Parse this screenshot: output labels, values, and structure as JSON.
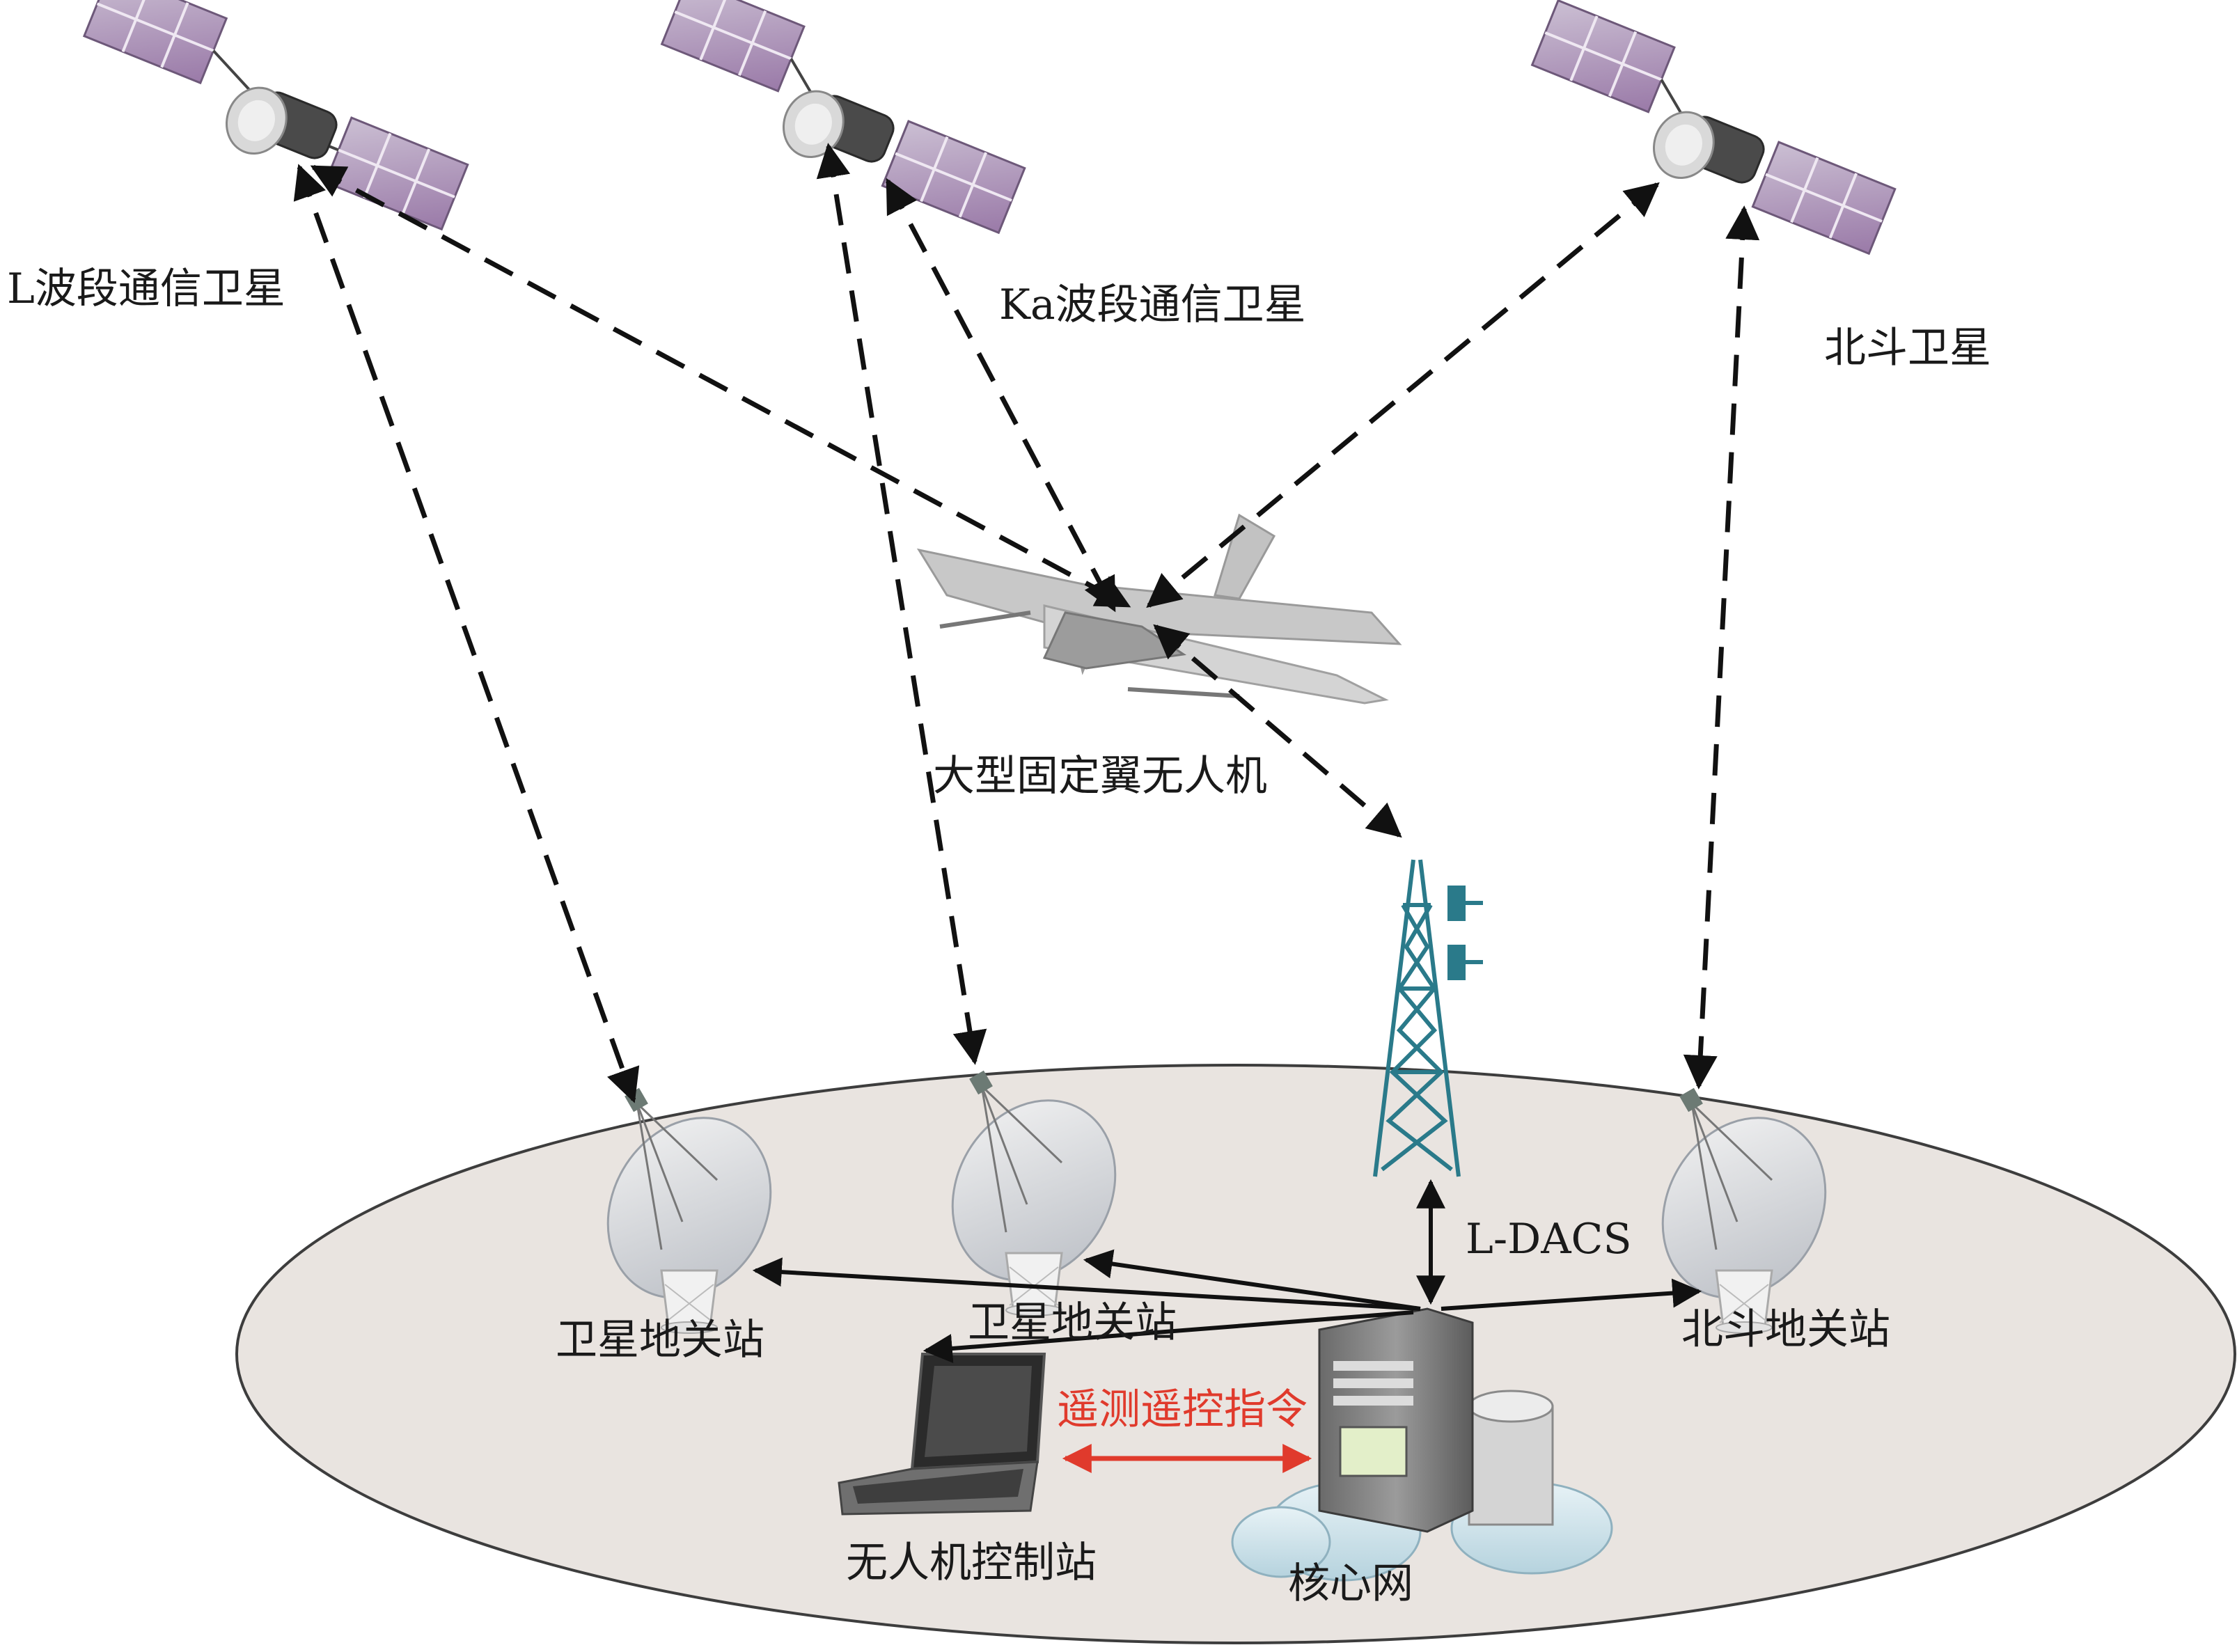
{
  "labels": {
    "sat_l": "L波段通信卫星",
    "sat_ka": "Ka波段通信卫星",
    "sat_beidou": "北斗卫星",
    "uav": "大型固定翼无人机",
    "ldacs": "L-DACS",
    "gw1": "卫星地关站",
    "gw2": "卫星地关站",
    "gw_beidou": "北斗地关站",
    "telemetry": "遥测遥控指令",
    "control_station": "无人机控制站",
    "core_network": "核心网"
  },
  "colors": {
    "arrow": "#111111",
    "telemetry_arrow": "#e03a2c",
    "ground": "#e9e4e0",
    "tower": "#2a7a8a",
    "panel_purple": "#a889b3",
    "panel_light": "#c9bccf"
  },
  "icons": [
    "satellite-icon",
    "uav-icon",
    "radio-tower-icon",
    "dish-antenna-icon",
    "laptop-icon",
    "server-icon",
    "cloud-icon"
  ]
}
